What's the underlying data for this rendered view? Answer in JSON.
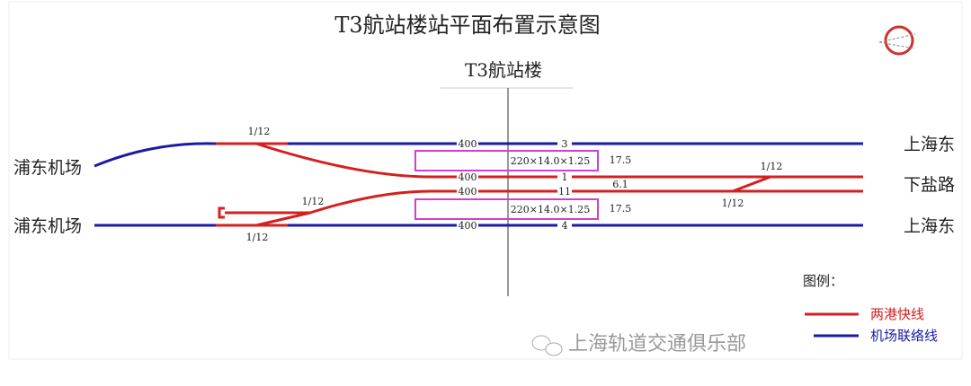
{
  "title": "T3航站楼站平面布置示意图",
  "station": "T3航站楼",
  "left_labels": [
    "浦东机场",
    "浦东机场"
  ],
  "right_labels": [
    "上海东",
    "下盐路",
    "上海东"
  ],
  "tracks": {
    "t3": "3",
    "t1": "1",
    "t11": "11",
    "t4": "4",
    "len": "400"
  },
  "switch_ratio": "1/12",
  "platform": "220×14.0×1.25",
  "widths": [
    "17.5",
    "6.1",
    "17.5"
  ],
  "legend": {
    "title": "图例：",
    "red": "两港快线",
    "blue": "机场联络线"
  },
  "watermark": "上海轨道交通俱乐部",
  "colors": {
    "red": "#d42020",
    "blue": "#1a1aa8",
    "magenta": "#d040d0"
  }
}
